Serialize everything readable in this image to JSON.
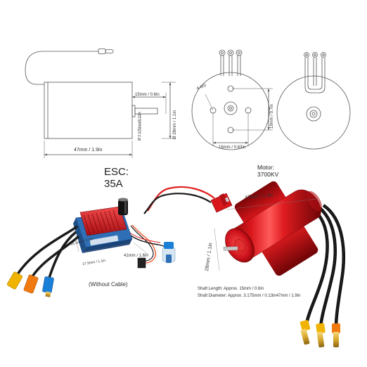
{
  "diagram": {
    "side_width": "47mm / 1.9in",
    "side_shaft_length": "15mm / 0.6in",
    "side_diameter": "Ø 28mm / 1.1in",
    "side_shaft_diameter": "Ø 3.175mm/0.13in",
    "front_mount_label": "4-M3",
    "front_vertical": "19mm / 0.7in",
    "front_horizontal": "16mm / 0.63in"
  },
  "esc": {
    "title_line1": "ESC:",
    "title_line2": "35A",
    "dim_width": "41mm / 1.6in",
    "dim_depth": "27.5mm / 1.1in",
    "dim_height": "25.5mm / 1.0in",
    "note": "(Without Cable)"
  },
  "motor": {
    "title_line1": "Motor:",
    "title_line2": "3700KV",
    "dim_length": "47mm / 1.9in",
    "dim_diameter": "28mm / 1.1in",
    "shaft_length": "Shaft Length: Approx. 15mm / 0.6in",
    "shaft_diameter": "Shaft Diameter: Approx. 3.175mm / 0.13in47mm / 1.9in"
  },
  "colors": {
    "motor_red": "#d8161b",
    "esc_red": "#c8181e",
    "esc_blue": "#2f6fb6",
    "connector_yellow": "#f0b400",
    "connector_orange": "#f07a10",
    "connector_blue": "#1a7fd6",
    "gold": "#d9a830",
    "wire_black": "#1a1a1a",
    "wire_red": "#e02020",
    "line_gray": "#555555"
  }
}
